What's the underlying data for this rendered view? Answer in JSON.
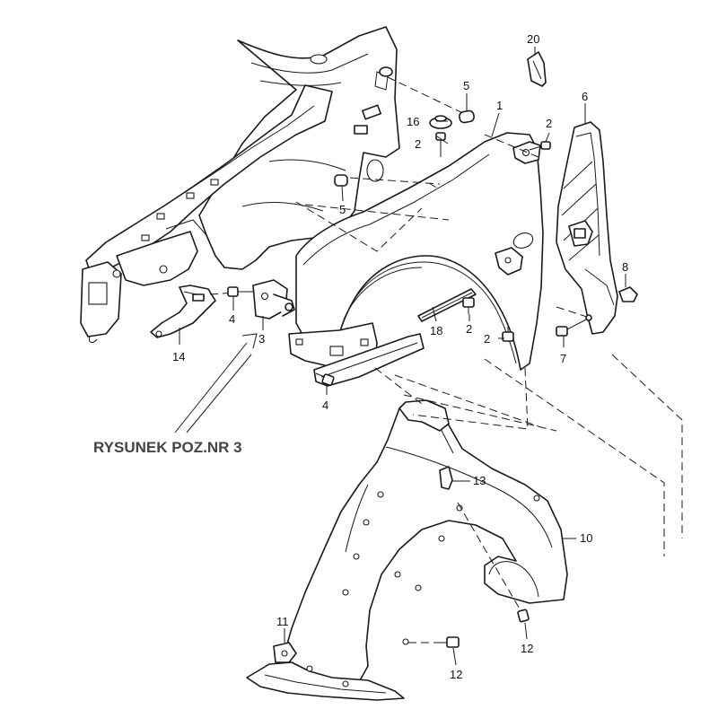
{
  "diagram": {
    "caption": "RYSUNEK POZ.NR 3",
    "callouts": [
      {
        "id": "c20",
        "label": "20"
      },
      {
        "id": "c6",
        "label": "6"
      },
      {
        "id": "c5a",
        "label": "5"
      },
      {
        "id": "c1",
        "label": "1"
      },
      {
        "id": "c16",
        "label": "16"
      },
      {
        "id": "c2a",
        "label": "2"
      },
      {
        "id": "c2b",
        "label": "2"
      },
      {
        "id": "c5b",
        "label": "5"
      },
      {
        "id": "c8",
        "label": "8"
      },
      {
        "id": "c4a",
        "label": "4"
      },
      {
        "id": "c3",
        "label": "3"
      },
      {
        "id": "c14",
        "label": "14"
      },
      {
        "id": "c18",
        "label": "18"
      },
      {
        "id": "c2c",
        "label": "2"
      },
      {
        "id": "c2d",
        "label": "2"
      },
      {
        "id": "c7",
        "label": "7"
      },
      {
        "id": "c4b",
        "label": "4"
      },
      {
        "id": "c13",
        "label": "13"
      },
      {
        "id": "c10",
        "label": "10"
      },
      {
        "id": "c11",
        "label": "11"
      },
      {
        "id": "c12a",
        "label": "12"
      },
      {
        "id": "c12b",
        "label": "12"
      }
    ]
  }
}
